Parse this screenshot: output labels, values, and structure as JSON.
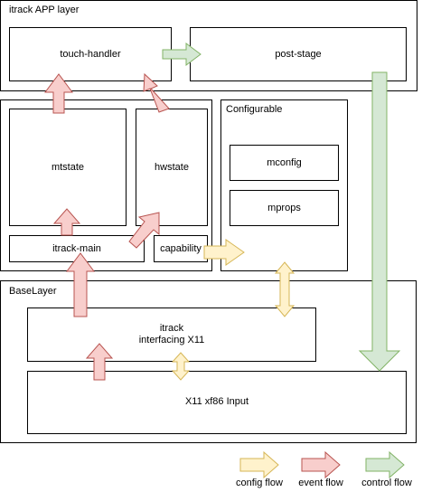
{
  "diagram": {
    "app_layer": {
      "title": "itrack APP layer"
    },
    "touch_handler": {
      "label": "touch-handler"
    },
    "post_stage": {
      "label": "post-stage"
    },
    "mtstate": {
      "label": "mtstate"
    },
    "hwstate": {
      "label": "hwstate"
    },
    "itrack_main": {
      "label": "itrack-main"
    },
    "capability": {
      "label": "capability"
    },
    "configurable": {
      "title": "Configurable"
    },
    "mconfig": {
      "label": "mconfig"
    },
    "mprops": {
      "label": "mprops"
    },
    "base_layer": {
      "title": "BaseLayer"
    },
    "itrack_x11": {
      "label": "itrack\ninterfacing X11"
    },
    "x11_input": {
      "label": "X11 xf86 Input"
    }
  },
  "legend": {
    "config_flow": "config flow",
    "event_flow": "event flow",
    "control_flow": "control flow"
  },
  "colors": {
    "config_fill": "#fff2cc",
    "config_stroke": "#d6b656",
    "event_fill": "#f8cecc",
    "event_stroke": "#b85450",
    "control_fill": "#d5e8d4",
    "control_stroke": "#82b366"
  }
}
